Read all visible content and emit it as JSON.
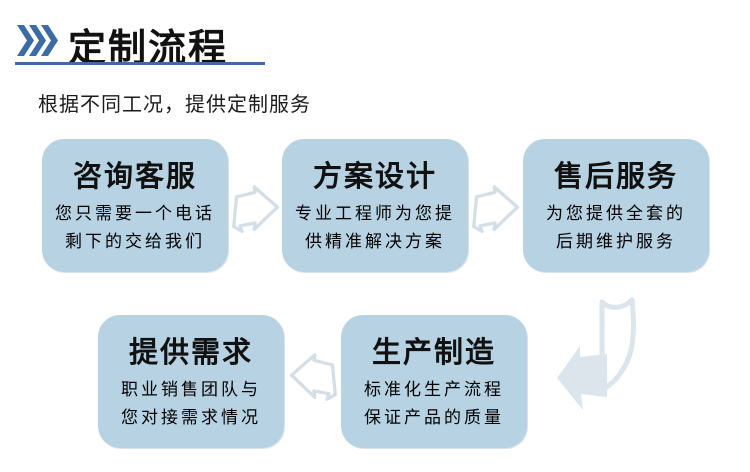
{
  "header": {
    "title": "定制流程",
    "subtitle": "根据不同工况，提供定制服务"
  },
  "flow": {
    "steps": [
      {
        "title": "咨询客服",
        "line1": "您只需要一个电话",
        "line2": "剩下的交给我们"
      },
      {
        "title": "方案设计",
        "line1": "专业工程师为您提",
        "line2": "供精准解决方案"
      },
      {
        "title": "售后服务",
        "line1": "为您提供全套的",
        "line2": "后期维护服务"
      },
      {
        "title": "提供需求",
        "line1": "职业销售团队与",
        "line2": "您对接需求情况"
      },
      {
        "title": "生产制造",
        "line1": "标准化生产流程",
        "line2": "保证产品的质量"
      }
    ]
  },
  "icons": {
    "chevrons": "triple-chevron-right",
    "arrow_between_top_boxes": "block-arrow-right",
    "arrow_between_bottom_boxes": "block-arrow-left",
    "arrow_row_connector": "curved-ribbon-arrow-down-left"
  },
  "colors": {
    "accent_blue": "#3b6ca6",
    "box_fill": "#b7d2e2",
    "arrow_outline": "#d3dee7",
    "arrow_solid_fill": "#dce5ec",
    "text": "#111111",
    "background": "#ffffff"
  }
}
